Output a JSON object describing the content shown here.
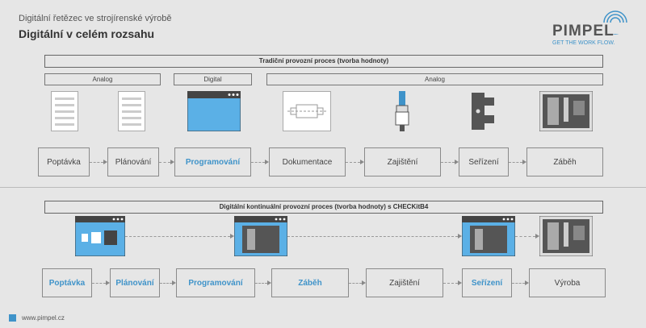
{
  "header": {
    "subtitle": "Digitální řetězec ve strojírenské výrobě",
    "title": "Digitální v celém rozsahu",
    "logo_text": "PIMPEL",
    "logo_tagline": "GET THE WORK FLOW."
  },
  "top": {
    "banner": "Tradiční provozní proces (tvorba hodnoty)",
    "tags": [
      "Analog",
      "Digital",
      "Analog"
    ],
    "steps": [
      {
        "label": "Poptávka",
        "highlight": false
      },
      {
        "label": "Plánování",
        "highlight": false
      },
      {
        "label": "Programování",
        "highlight": true
      },
      {
        "label": "Dokumentace",
        "highlight": false
      },
      {
        "label": "Zajištění",
        "highlight": false
      },
      {
        "label": "Seřízení",
        "highlight": false
      },
      {
        "label": "Záběh",
        "highlight": false
      }
    ],
    "icons": [
      "document-icon",
      "document-icon",
      "browser-window-icon",
      "drawing-icon",
      "probe-tool-icon",
      "fixture-clamp-icon",
      "cnc-machine-icon"
    ]
  },
  "bottom": {
    "banner": "Digitální kontinuální provozní proces (tvorba hodnoty) s CHECKitB4",
    "steps": [
      {
        "label": "Poptávka",
        "highlight": true
      },
      {
        "label": "Plánování",
        "highlight": true
      },
      {
        "label": "Programování",
        "highlight": true
      },
      {
        "label": "Záběh",
        "highlight": true
      },
      {
        "label": "Zajištění",
        "highlight": false
      },
      {
        "label": "Seřízení",
        "highlight": true
      },
      {
        "label": "Výroba",
        "highlight": false
      }
    ]
  },
  "footer": {
    "url": "www.pimpel.cz"
  },
  "colors": {
    "accent": "#3f93c9",
    "background": "#e6e6e6",
    "text": "#3a3a3a"
  }
}
